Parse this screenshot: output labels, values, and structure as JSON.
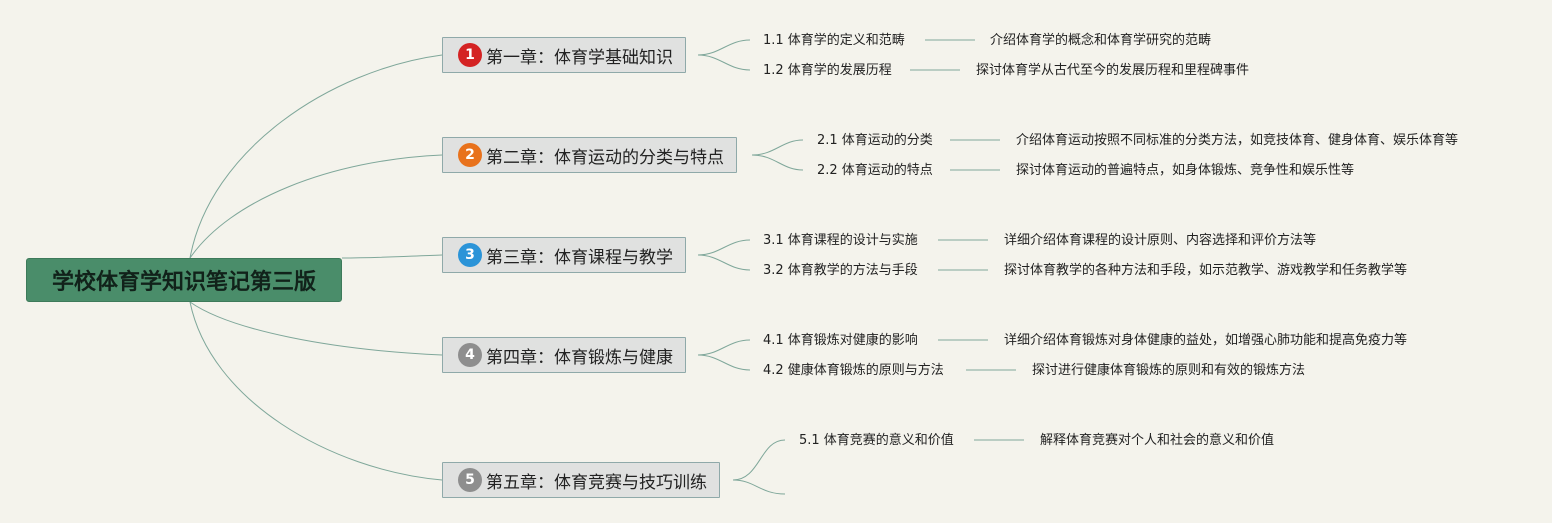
{
  "root": {
    "title": "学校体育学知识笔记第三版"
  },
  "chapters": [
    {
      "num": "1",
      "color": "#d42323",
      "title": "第一章：体育学基础知识",
      "items": [
        {
          "label": "1.1 体育学的定义和范畴",
          "desc": "介绍体育学的概念和体育学研究的范畴"
        },
        {
          "label": "1.2 体育学的发展历程",
          "desc": "探讨体育学从古代至今的发展历程和里程碑事件"
        }
      ]
    },
    {
      "num": "2",
      "color": "#e8721c",
      "title": "第二章：体育运动的分类与特点",
      "items": [
        {
          "label": "2.1 体育运动的分类",
          "desc": "介绍体育运动按照不同标准的分类方法，如竞技体育、健身体育、娱乐体育等"
        },
        {
          "label": "2.2 体育运动的特点",
          "desc": "探讨体育运动的普遍特点，如身体锻炼、竞争性和娱乐性等"
        }
      ]
    },
    {
      "num": "3",
      "color": "#2b94d8",
      "title": "第三章：体育课程与教学",
      "items": [
        {
          "label": "3.1 体育课程的设计与实施",
          "desc": "详细介绍体育课程的设计原则、内容选择和评价方法等"
        },
        {
          "label": "3.2 体育教学的方法与手段",
          "desc": "探讨体育教学的各种方法和手段，如示范教学、游戏教学和任务教学等"
        }
      ]
    },
    {
      "num": "4",
      "color": "#8e8e8e",
      "title": "第四章：体育锻炼与健康",
      "items": [
        {
          "label": "4.1 体育锻炼对健康的影响",
          "desc": "详细介绍体育锻炼对身体健康的益处，如增强心肺功能和提高免疫力等"
        },
        {
          "label": "4.2 健康体育锻炼的原则与方法",
          "desc": "探讨进行健康体育锻炼的原则和有效的锻炼方法"
        }
      ]
    },
    {
      "num": "5",
      "color": "#8e8e8e",
      "title": "第五章：体育竞赛与技巧训练",
      "items": [
        {
          "label": "5.1 体育竞赛的意义和价值",
          "desc": "解释体育竞赛对个人和社会的意义和价值"
        }
      ]
    }
  ]
}
